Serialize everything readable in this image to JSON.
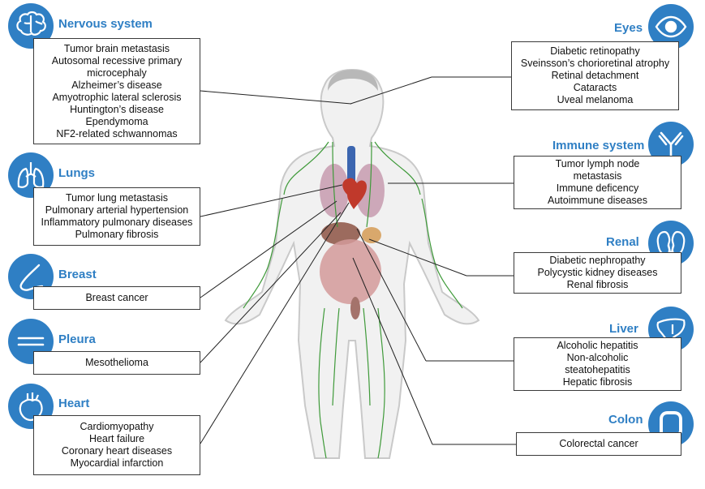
{
  "systems": {
    "nervous": {
      "title": "Nervous system",
      "icon": "brain-icon",
      "items": [
        "Tumor brain metastasis",
        "Autosomal recessive primary",
        "microcephaly",
        "Alzheimer’s disease",
        "Amyotrophic lateral sclerosis",
        "Huntington’s disease",
        "Ependymoma",
        "NF2-related schwannomas"
      ]
    },
    "lungs": {
      "title": "Lungs",
      "icon": "lungs-icon",
      "items": [
        "Tumor lung metastasis",
        "Pulmonary arterial hypertension",
        "Inflammatory pulmonary diseases",
        "Pulmonary fibrosis"
      ]
    },
    "breast": {
      "title": "Breast",
      "icon": "breast-icon",
      "items": [
        "Breast cancer"
      ]
    },
    "pleura": {
      "title": "Pleura",
      "icon": "pleura-icon",
      "items": [
        "Mesothelioma"
      ]
    },
    "heart": {
      "title": "Heart",
      "icon": "heart-icon",
      "items": [
        "Cardiomyopathy",
        "Heart failure",
        "Coronary heart diseases",
        "Myocardial infarction"
      ]
    },
    "eyes": {
      "title": "Eyes",
      "icon": "eye-icon",
      "items": [
        "Diabetic retinopathy",
        "Sveinsson’s chorioretinal atrophy",
        "Retinal detachment",
        "Cataracts",
        "Uveal melanoma"
      ]
    },
    "immune": {
      "title": "Immune system",
      "icon": "antibody-icon",
      "items": [
        "Tumor lymph node",
        "metastasis",
        "Immune deficency",
        "Autoimmune diseases"
      ]
    },
    "renal": {
      "title": "Renal",
      "icon": "kidney-icon",
      "items": [
        "Diabetic nephropathy",
        "Polycystic kidney diseases",
        "Renal fibrosis"
      ]
    },
    "liver": {
      "title": "Liver",
      "icon": "liver-icon",
      "items": [
        "Alcoholic hepatitis",
        "Non-alcoholic",
        "steatohepatitis",
        "Hepatic fibrosis"
      ]
    },
    "colon": {
      "title": "Colon",
      "icon": "colon-icon",
      "items": [
        "Colorectal cancer"
      ]
    }
  },
  "colors": {
    "accent": "#2f7fc4",
    "box_border": "#3a3a3a",
    "lymph": "#3f9a3a"
  }
}
